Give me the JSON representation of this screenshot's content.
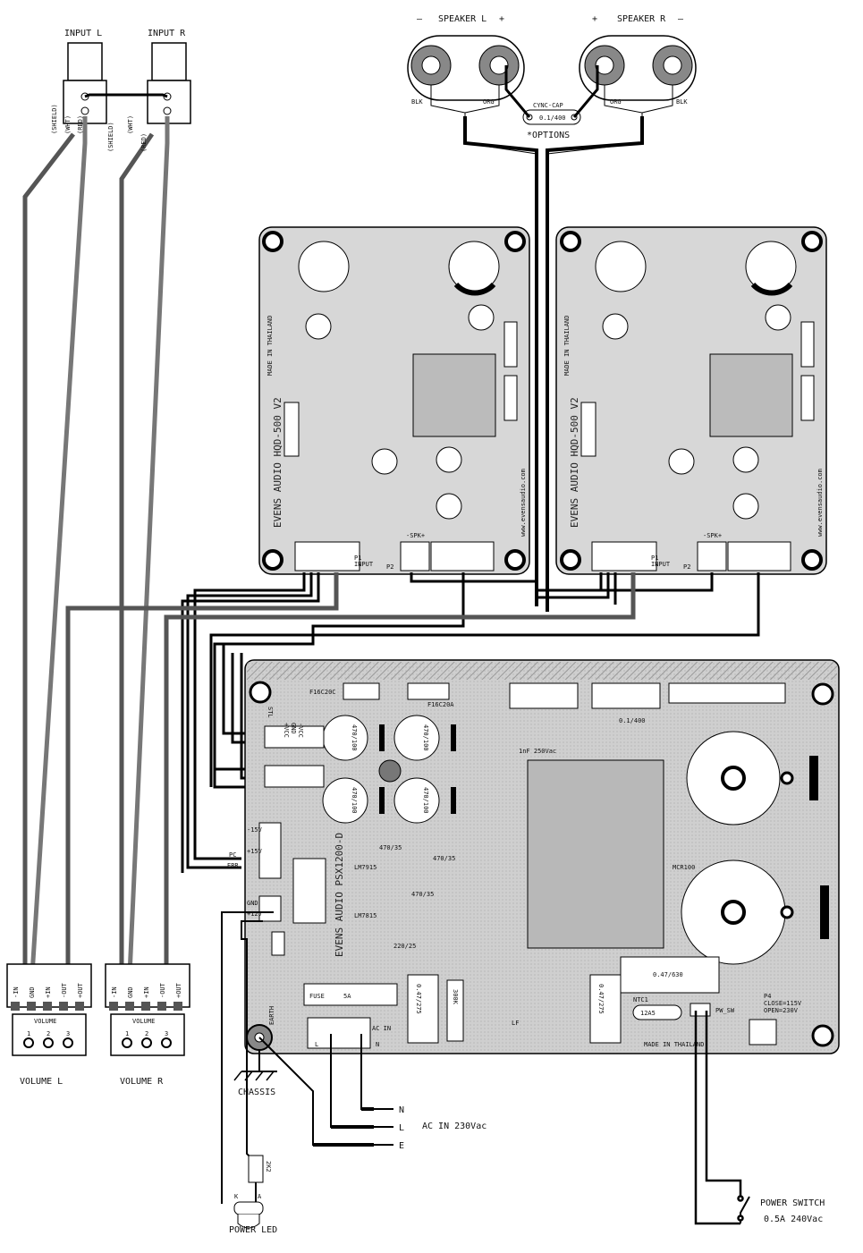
{
  "inputs": {
    "left": "INPUT L",
    "right": "INPUT R",
    "shield": "(SHIELD)",
    "wht": "(WHT)",
    "red": "(RED)"
  },
  "speakers": {
    "left": "SPEAKER L",
    "right": "SPEAKER R",
    "blk": "BLK",
    "org": "ORG",
    "minus": "—",
    "plus": "+",
    "cap_label": "CYNC-CAP",
    "cap_value": "0.1/400",
    "options": "*OPTIONS"
  },
  "amp_board": {
    "name": "EVENS AUDIO HQD-500 V2",
    "made": "MADE IN THAILAND",
    "site": "www.evensaudio.com",
    "input": "INPUT",
    "spk": "-SPK+",
    "p1": "P1",
    "p2": "P2"
  },
  "psu_board": {
    "name": "EVENS AUDIO PSX1200-D",
    "made": "MADE IN THAILAND",
    "ac_in": "AC IN",
    "fuse": "FUSE",
    "fuse_value": "5A",
    "l": "L",
    "n": "N",
    "lf": "LF",
    "earth": "EARTH",
    "ntc": "NTC1",
    "ntc_value": "12A5",
    "pw_sw": "PW_SW",
    "p4": "P4",
    "close": "CLOSE=115V",
    "open": "OPEN=230V",
    "rail_labels": [
      "+VCC",
      "GND",
      "-VCC"
    ],
    "stl": "STL",
    "pc": "PC",
    "err": "ERR",
    "gnd": "GND",
    "v12": "+12V",
    "v15p": "+15V",
    "v15n": "-15V",
    "caps": [
      "470/100",
      "470/100",
      "470/100",
      "470/100"
    ],
    "small_caps": [
      "470/35",
      "470/35",
      "470/35",
      "220/25"
    ],
    "c22": "1nF 250Vac",
    "c20": "0.1/400",
    "c21": "0.47/630",
    "x_caps": [
      "0.47/275",
      "0.47/275"
    ],
    "r_300k": "300K",
    "fuse_lbl": "F16C20C",
    "fuse_lbl2": "F16C20A",
    "mcr": "MCR100",
    "reg": [
      "LM7915",
      "LM7815"
    ]
  },
  "volume": {
    "left": "VOLUME L",
    "right": "VOLUME R",
    "pot_label": "VOLUME",
    "pins": [
      "1",
      "2",
      "3"
    ],
    "pin_labels": [
      "-IN",
      "GND",
      "+IN",
      "-OUT",
      "+OUT"
    ]
  },
  "bottom": {
    "chassis": "CHASSIS",
    "n": "N",
    "l": "L",
    "e": "E",
    "ac_in": "AC IN 230Vac",
    "power_led": "POWER LED",
    "led_res": "2K2",
    "k": "K",
    "a": "A",
    "power_switch": "POWER SWITCH",
    "switch_rating": "0.5A 240Vac"
  }
}
